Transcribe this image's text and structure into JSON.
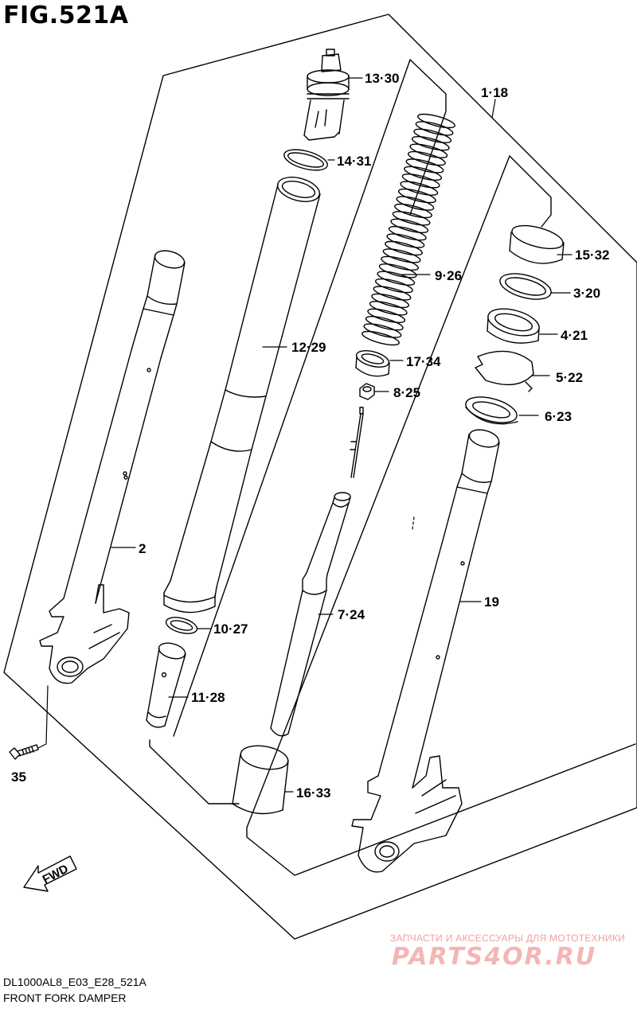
{
  "figure": {
    "title": "FIG.521A",
    "model_code": "DL1000AL8_E03_E28_521A",
    "caption": "FRONT FORK DAMPER"
  },
  "fwd_label": "FWD",
  "watermark": {
    "tagline": "ЗАПЧАСТИ И АКСЕССУАРЫ ДЛЯ МОТОТЕХНИКИ",
    "brand": "PARTS4OR.RU"
  },
  "parts": [
    {
      "id": "13",
      "ref": "30",
      "label": "13·30"
    },
    {
      "id": "1",
      "ref": "18",
      "label": "1·18"
    },
    {
      "id": "14",
      "ref": "31",
      "label": "14·31"
    },
    {
      "id": "15",
      "ref": "32",
      "label": "15·32"
    },
    {
      "id": "9",
      "ref": "26",
      "label": "9·26"
    },
    {
      "id": "3",
      "ref": "20",
      "label": "3·20"
    },
    {
      "id": "4",
      "ref": "21",
      "label": "4·21"
    },
    {
      "id": "12",
      "ref": "29",
      "label": "12·29"
    },
    {
      "id": "17",
      "ref": "34",
      "label": "17·34"
    },
    {
      "id": "5",
      "ref": "22",
      "label": "5·22"
    },
    {
      "id": "8",
      "ref": "25",
      "label": "8·25"
    },
    {
      "id": "6",
      "ref": "23",
      "label": "6·23"
    },
    {
      "id": "2",
      "ref": "",
      "label": "2"
    },
    {
      "id": "19",
      "ref": "",
      "label": "19"
    },
    {
      "id": "7",
      "ref": "24",
      "label": "7·24"
    },
    {
      "id": "10",
      "ref": "27",
      "label": "10·27"
    },
    {
      "id": "11",
      "ref": "28",
      "label": "11·28"
    },
    {
      "id": "35",
      "ref": "",
      "label": "35"
    },
    {
      "id": "16",
      "ref": "33",
      "label": "16·33"
    }
  ]
}
